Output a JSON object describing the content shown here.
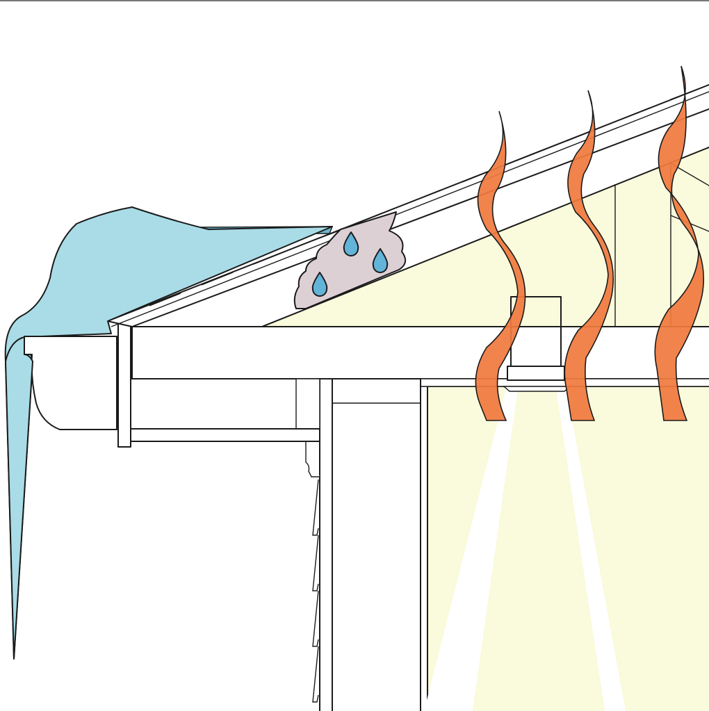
{
  "diagram": {
    "colors": {
      "background": "#ffffff",
      "outline": "#1a1a1a",
      "ice": "#a9dce7",
      "meltwater": "#6fb6cf",
      "leak_stain": "#ddd0d5",
      "water_drop": "#62b4d8",
      "heat_wave": "#f07a3e",
      "warm_attic": "#fafadc",
      "light_beam": "#fafadc",
      "house_white": "#ffffff"
    },
    "elements": {
      "ice_dam": "ice-dam",
      "icicle": "icicle",
      "roof": "roof-deck",
      "shingles": "shingles",
      "leak": "roof-leak-stain",
      "drops": 3,
      "heat_waves": 3,
      "light_beams": 2,
      "recessed_light": "recessed-light-fixture"
    }
  }
}
